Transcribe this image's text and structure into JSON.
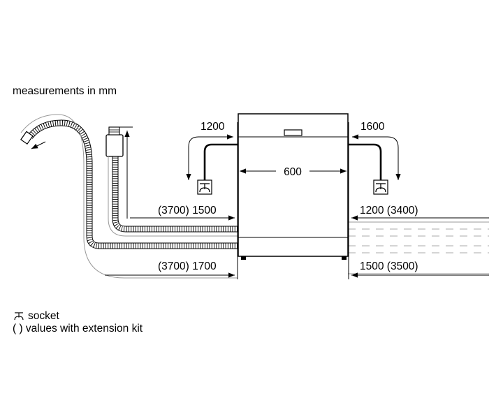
{
  "header": {
    "title": "measurements in mm"
  },
  "dimensions": {
    "left_outlet": "1200",
    "right_outlet": "1600",
    "width": "600",
    "upper_left": "(3700) 1500",
    "upper_right": "1200 (3400)",
    "lower_left": "(3700) 1700",
    "lower_right": "1500 (3500)"
  },
  "legend": {
    "socket_label": "socket",
    "extension_label": "( ) values with extension kit"
  },
  "icons": {
    "socket": "socket-icon",
    "arrow": "arrow-head-icon"
  },
  "colors": {
    "line": "#000000",
    "guide": "#999999"
  }
}
